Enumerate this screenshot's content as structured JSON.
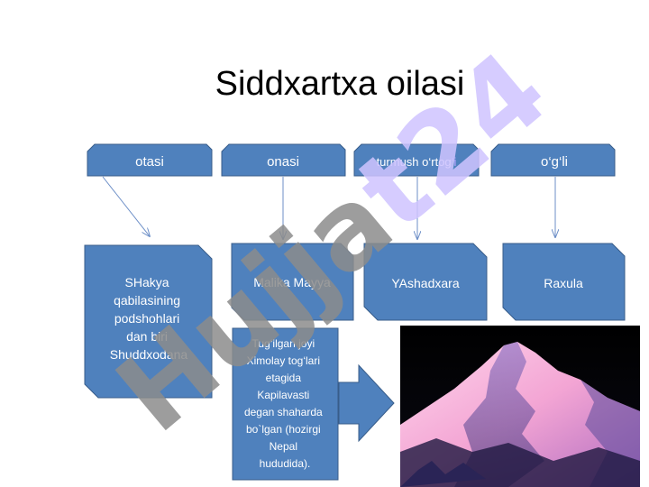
{
  "slide": {
    "title": "Siddxartxa oilasi"
  },
  "headers": [
    {
      "label": "otasi"
    },
    {
      "label": "onasi"
    },
    {
      "label_part1": "turmush o‘rtog",
      "label_part2": "‘i"
    },
    {
      "label": "o‘g‘li"
    }
  ],
  "details": [
    {
      "lines": [
        "SHakya",
        "qabilasining",
        "podshohlari",
        "dan biri",
        "Shuddxodana"
      ]
    },
    {
      "lines": [
        "Malika Mayya"
      ]
    },
    {
      "lines": [
        "YAshadxara"
      ]
    },
    {
      "lines": [
        "Raxula"
      ]
    }
  ],
  "birthplace": {
    "lines": [
      "Tug‘ilgan joyi",
      "Ximolay tog‘lari",
      "etagida",
      "Kapilavasti",
      "degan shaharda",
      "bo`lgan (hozirgi",
      "Nepal",
      "hududida)."
    ]
  },
  "watermark": {
    "text": "Hujjat24"
  },
  "colors": {
    "box_fill": "#4f81bd",
    "box_stroke": "#385d8a",
    "header_text": "#ffffff",
    "accent_text": "#b8a4ff",
    "watermark_purple": "#cfc4ff",
    "watermark_gray": "#8c8c8c",
    "arrow_line": "#4f81bd"
  }
}
